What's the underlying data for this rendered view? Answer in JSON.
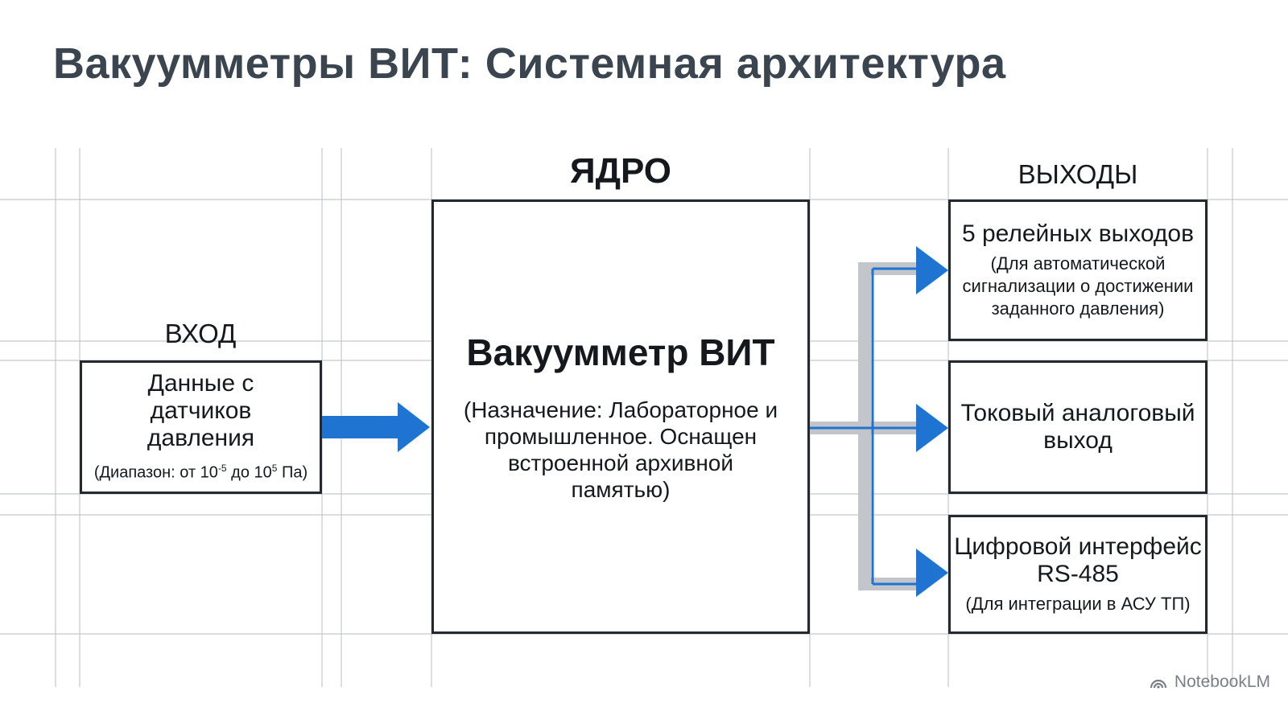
{
  "title": "Вакуумметры ВИТ: Системная архитектура",
  "sections": {
    "input": "ВХОД",
    "core": "ЯДРО",
    "outputs": "ВЫХОДЫ"
  },
  "input_box": {
    "main": "Данные с датчиков давления",
    "range_prefix": "(Диапазон: от 10",
    "range_exp1": "-5",
    "range_mid": " до 10",
    "range_exp2": "5",
    "range_suffix": " Па)"
  },
  "core_box": {
    "main": "Вакуумметр ВИТ",
    "sub": "(Назначение: Лабораторное и промышленное. Оснащен встроенной архивной памятью)"
  },
  "outputs": [
    {
      "main": "5 релейных выходов",
      "sub": "(Для автоматической сигнализации о достижении заданного давления)"
    },
    {
      "main": "Токовый аналоговый выход",
      "sub": ""
    },
    {
      "main": "Цифровой интерфейс RS-485",
      "sub": "(Для интеграции в АСУ ТП)"
    }
  ],
  "brand": "NotebookLM",
  "colors": {
    "arrow": "#1f74d1",
    "connector_gray": "#c2c6ca",
    "box_border": "#23292f",
    "grid": "#b8bcc0"
  }
}
